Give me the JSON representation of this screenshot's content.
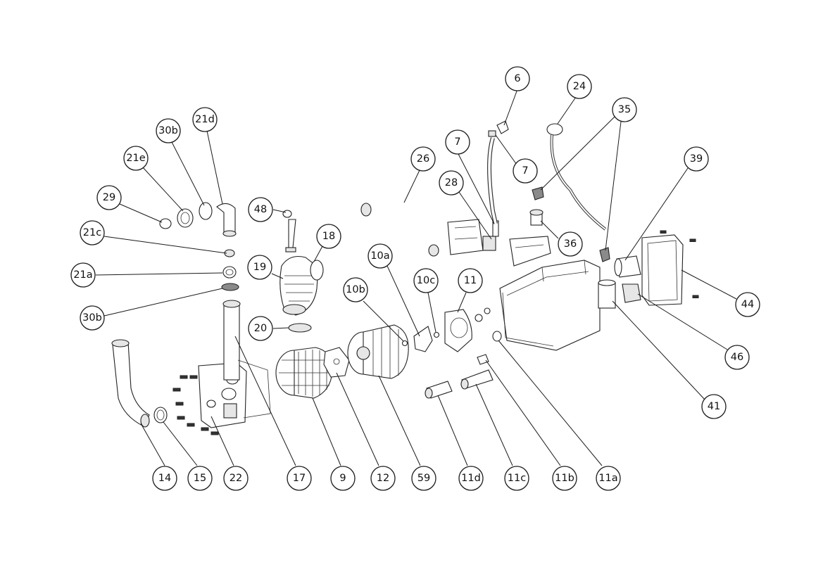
{
  "colors": {
    "background": "#ffffff",
    "line": "#1a1a1a",
    "shade": "#e6e6e6"
  },
  "callouts": {
    "c6": "6",
    "c24": "24",
    "c35": "35",
    "c7a": "7",
    "c7b": "7",
    "c26": "26",
    "c28": "28",
    "c39": "39",
    "c21d": "21d",
    "c30b_top": "30b",
    "c21e": "21e",
    "c29": "29",
    "c48": "48",
    "c18": "18",
    "c21c": "21c",
    "c19": "19",
    "c21a": "21a",
    "c10a": "10a",
    "c36": "36",
    "c10c": "10c",
    "c11": "11",
    "c10b": "10b",
    "c44": "44",
    "c30b_bottom": "30b",
    "c20": "20",
    "c46": "46",
    "c41": "41",
    "c14": "14",
    "c15": "15",
    "c22": "22",
    "c17": "17",
    "c9": "9",
    "c12": "12",
    "c59": "59",
    "c11d": "11d",
    "c11c": "11c",
    "c11b": "11b",
    "c11a": "11a"
  }
}
